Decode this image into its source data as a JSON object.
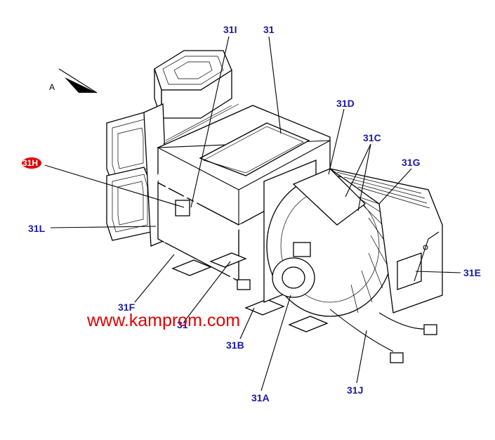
{
  "direction_marker": "A",
  "watermark": "www.kamprom.com",
  "parts": [
    {
      "id": "31I",
      "label": "31I"
    },
    {
      "id": "31",
      "label": "31"
    },
    {
      "id": "31D",
      "label": "31D"
    },
    {
      "id": "31C",
      "label": "31C"
    },
    {
      "id": "31G",
      "label": "31G"
    },
    {
      "id": "31H",
      "label": "31H"
    },
    {
      "id": "31L",
      "label": "31L"
    },
    {
      "id": "31E",
      "label": "31E"
    },
    {
      "id": "31F",
      "label": "31F"
    },
    {
      "id": "31K",
      "label": "31"
    },
    {
      "id": "31B",
      "label": "31B"
    },
    {
      "id": "31A",
      "label": "31A"
    },
    {
      "id": "31J",
      "label": "31J"
    }
  ]
}
